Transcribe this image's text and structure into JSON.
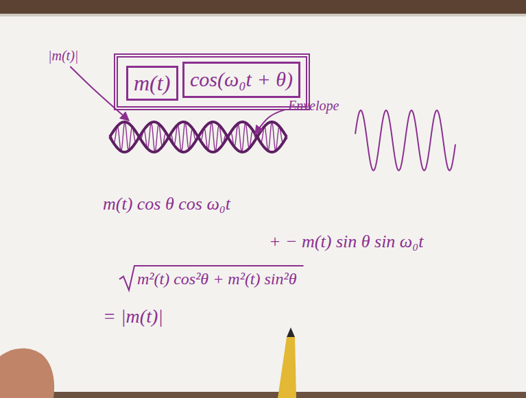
{
  "diagram": {
    "nodes": [
      {
        "text": []
      },
      {
        "text": [
          "m(t)"
        ],
        "in": 0
      },
      {
        "text": [
          "cos(ω₀t + θ)"
        ],
        "in": 0
      }
    ],
    "labels": [
      "|m(t)|",
      "Envelope",
      "m(t) cos θ cos ω₀t",
      "+ − m(t) sin θ sin ω₀t",
      "m²(t) cos²θ + m²(t) sin²θ",
      "= |m(t)|"
    ]
  }
}
